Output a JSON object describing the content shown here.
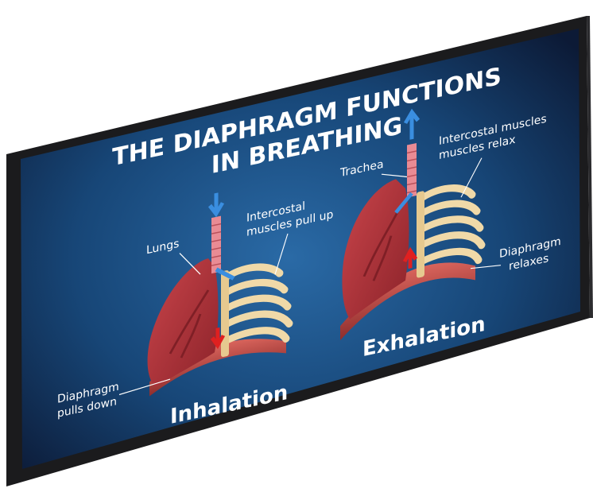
{
  "slide": {
    "title_line1": "THE DIAPHRAGM FUNCTIONS",
    "title_line2": "IN BREATHING",
    "inhalation": {
      "heading": "Inhalation",
      "lungs": "Lungs",
      "intercostal_line1": "Intercostal",
      "intercostal_line2": "muscles pull up",
      "diaphragm_line1": "Diaphragm",
      "diaphragm_line2": "pulls down"
    },
    "exhalation": {
      "heading": "Exhalation",
      "trachea": "Trachea",
      "intercostal_line1": "Intercostal muscles",
      "intercostal_line2": "muscles relax",
      "diaphragm_line1": "Diaphragm",
      "diaphragm_line2": "relaxes"
    }
  },
  "colors": {
    "frame": "#1b1b1d",
    "screen_edge": "#0d1d3c",
    "screen_center": "#1f5c96",
    "lung": "#b5353c",
    "lung_dark": "#7f1f26",
    "rib": "#f0d9a8",
    "diaphragm": "#c44f4a",
    "trachea": "#e98b94",
    "air_blue": "#3a8ee0",
    "air_red": "#e02020"
  }
}
